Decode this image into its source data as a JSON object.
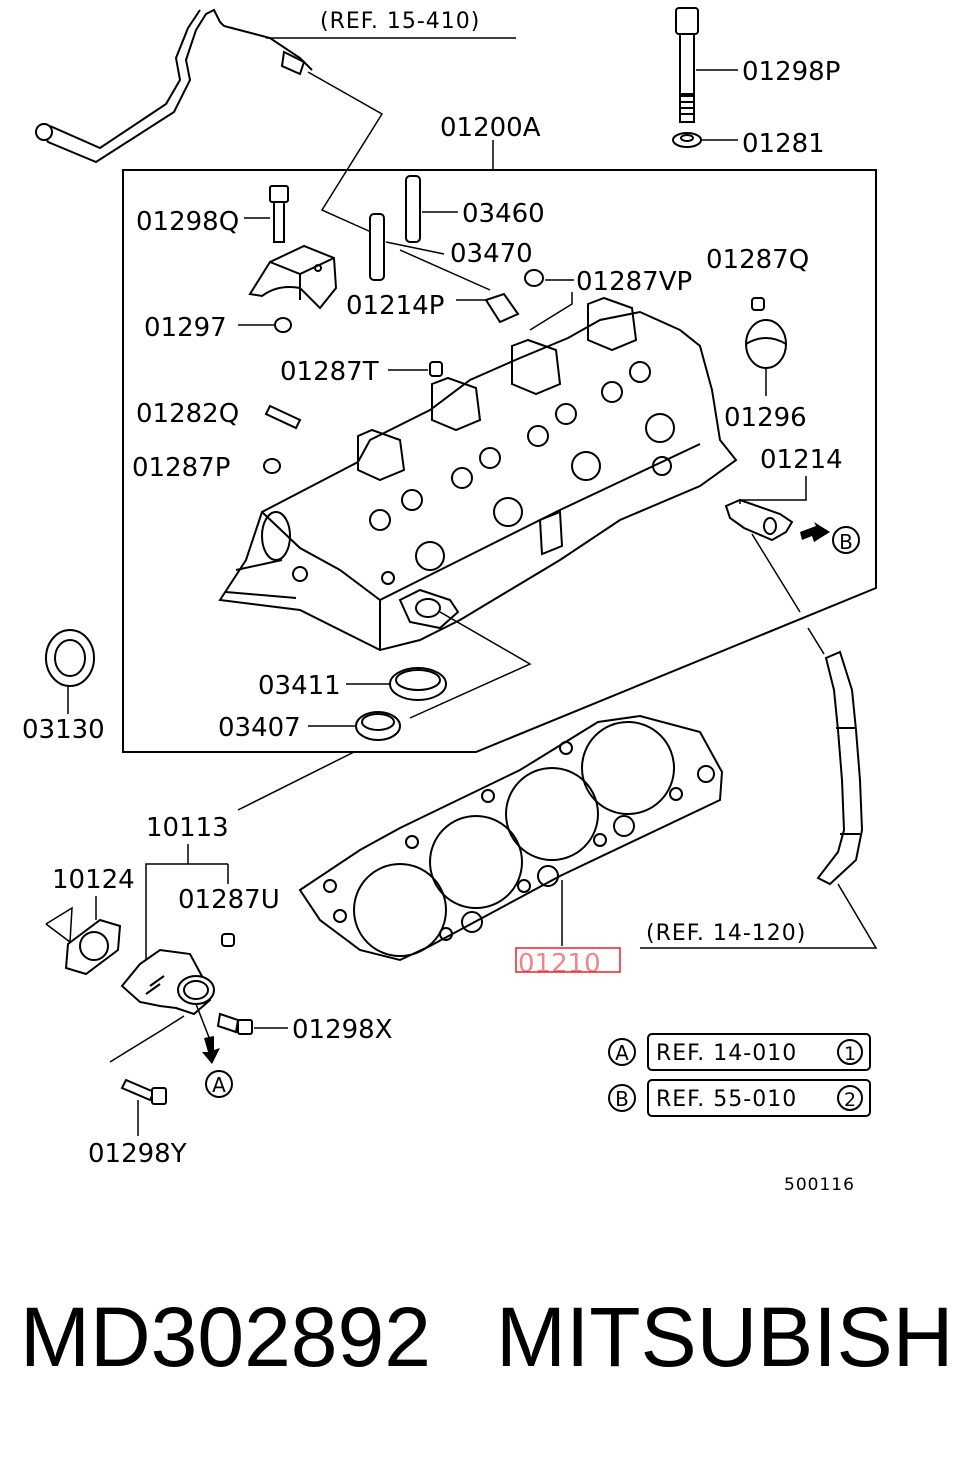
{
  "diagram": {
    "ref_top": "(REF. 15-410)",
    "ref_hose": "(REF. 14-120)",
    "labels": {
      "p01298P": "01298P",
      "p01281": "01281",
      "p01200A": "01200A",
      "p01298Q": "01298Q",
      "p03460": "03460",
      "p03470": "03470",
      "p01287Q": "01287Q",
      "p01287VP": "01287VP",
      "p01214P": "01214P",
      "p01297": "01297",
      "p01287T": "01287T",
      "p01296": "01296",
      "p01282Q": "01282Q",
      "p01287P": "01287P",
      "p01214": "01214",
      "p03411": "03411",
      "p03407": "03407",
      "p03130": "03130",
      "p10113": "10113",
      "p10124": "10124",
      "p01287U": "01287U",
      "p01210": "01210",
      "p01298X": "01298X",
      "p01298Y": "01298Y"
    },
    "circle_a": "A",
    "circle_b": "B",
    "legend": [
      {
        "key": "A",
        "ref": "REF. 14-010",
        "num": "1"
      },
      {
        "key": "B",
        "ref": "REF. 55-010",
        "num": "2"
      }
    ],
    "drawing_code": "500116",
    "highlight_color": "#e8202a"
  },
  "footer": {
    "part_number": "MD302892",
    "brand": "MITSUBISHI"
  }
}
